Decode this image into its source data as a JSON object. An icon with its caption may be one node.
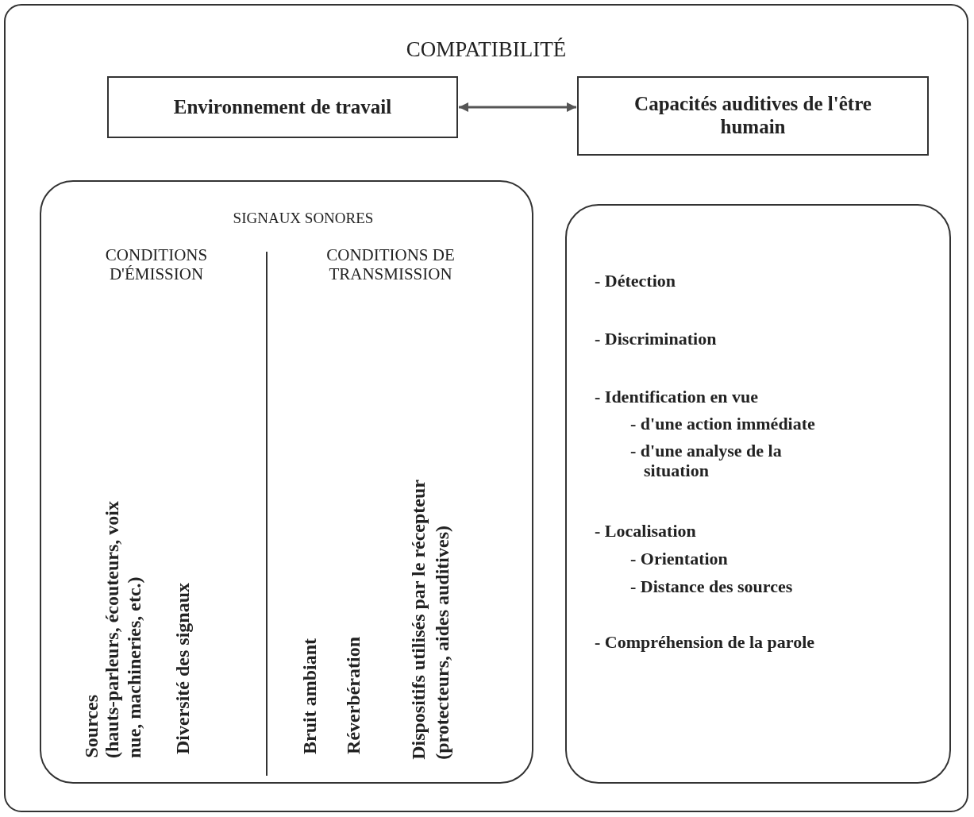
{
  "diagram": {
    "nodes": [
      {
        "text": [
          "COMPATIBILITÉ"
        ]
      },
      {
        "text": [
          "Environnement de travail"
        ],
        "in": 0
      },
      {
        "text": [
          "Capacités auditives de l'être humain"
        ],
        "in": 0
      },
      {
        "text": [
          "SIGNAUX SONORES",
          "CONDITIONS D'ÉMISSION",
          "Sources",
          "(hauts-parleurs, écouteurs, voix nue, machineries, etc.)",
          "Diversité des signaux",
          "CONDITIONS DE TRANSMISSION",
          "Bruit ambiant",
          "Réverbération",
          "Dispositifs utilisés par le récepteur",
          "(protecteurs, aides auditives)"
        ],
        "in": 0
      },
      {
        "text": [
          "- Détection",
          "- Discrimination",
          "- Identification en vue",
          "- d'une action immédiate",
          "- d'une analyse de la situation",
          "- Localisation",
          "- Orientation",
          "- Distance des sources",
          "- Compréhension de la parole"
        ],
        "in": 0
      }
    ],
    "edges": [
      {
        "from": 1,
        "to": 2,
        "arrow": "both"
      }
    ]
  }
}
